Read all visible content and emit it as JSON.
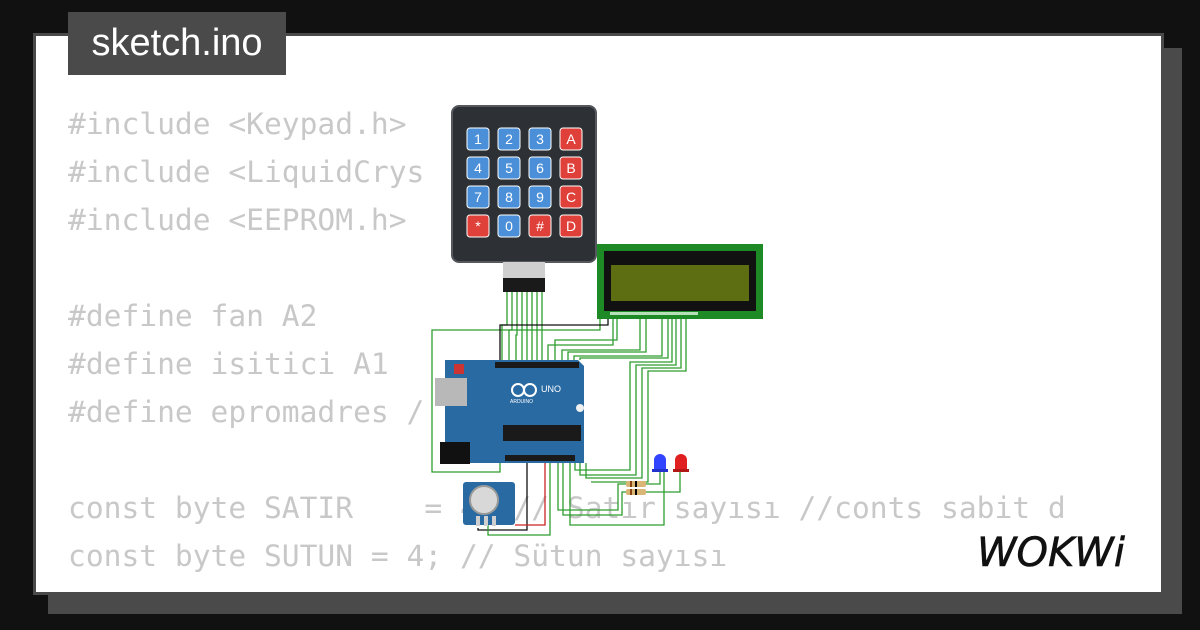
{
  "title": "sketch.ino",
  "code_lines": [
    "#include <Keypad.h>",
    "#include <LiquidCrys",
    "#include <EEPROM.h>",
    "",
    "#define fan A2",
    "#define isitici A1",
    "#define epromadres /",
    "",
    "const byte SATIR    = 4; // Satır sayısı //conts sabit d",
    "const byte SUTUN = 4; // Sütun sayısı"
  ],
  "keypad": {
    "keys": [
      "1",
      "2",
      "3",
      "A",
      "4",
      "5",
      "6",
      "B",
      "7",
      "8",
      "9",
      "C",
      "*",
      "0",
      "#",
      "D"
    ]
  },
  "arduino": {
    "brand": "ARDUINO",
    "model": "UNO"
  },
  "logo_text": "WOKWi",
  "colors": {
    "background": "#111111",
    "card": "#ffffff",
    "frame": "#4a4a4a",
    "code_text": "#c8c8c8",
    "wire_green": "#2e9d2e",
    "wire_black": "#111111",
    "wire_red": "#cc2222",
    "key_blue": "#4a8fd8",
    "key_red": "#e0403a",
    "arduino_blue": "#2a6aa2",
    "lcd_green": "#1d8a26",
    "lcd_screen": "#5c6d12"
  }
}
